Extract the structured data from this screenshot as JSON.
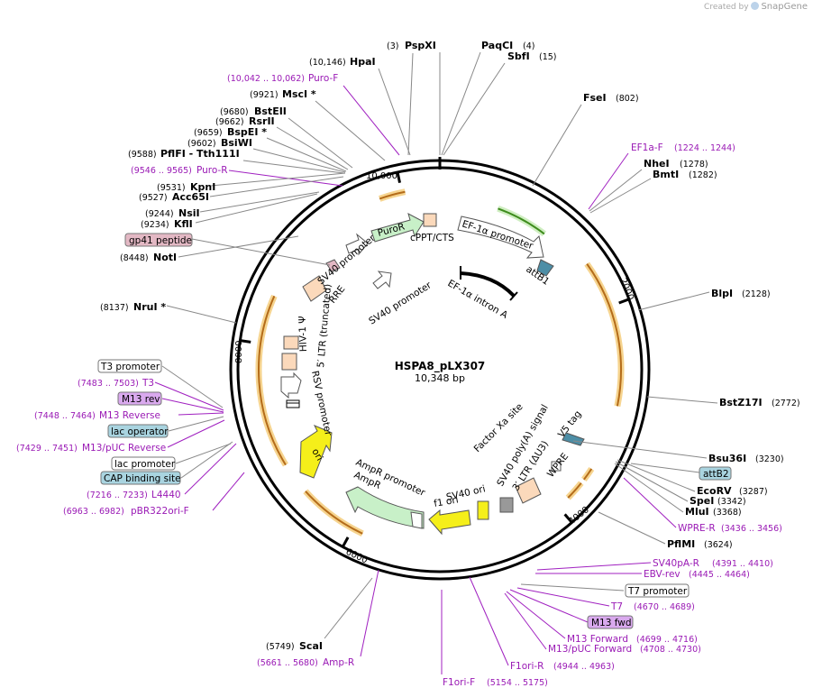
{
  "credit": {
    "prefix": "Created by",
    "brand": "SnapGene"
  },
  "plasmid": {
    "name": "HSPA8_pLX307",
    "length": "10,348 bp"
  },
  "ticks": [
    {
      "bp": 10000,
      "label": "10,000"
    },
    {
      "bp": 2000,
      "label": "2000"
    },
    {
      "bp": 4000,
      "label": "4000"
    },
    {
      "bp": 6000,
      "label": "6000"
    },
    {
      "bp": 8000,
      "label": "8000"
    }
  ],
  "enzymes": [
    {
      "name": "PspXI",
      "pos": "(3)"
    },
    {
      "name": "PaqCI",
      "pos": "(4)"
    },
    {
      "name": "SbfI",
      "pos": "(15)"
    },
    {
      "name": "FseI",
      "pos": "(802)"
    },
    {
      "name": "NheI",
      "pos": "(1278)"
    },
    {
      "name": "BmtI",
      "pos": "(1282)"
    },
    {
      "name": "BlpI",
      "pos": "(2128)"
    },
    {
      "name": "BstZ17I",
      "pos": "(2772)"
    },
    {
      "name": "Bsu36I",
      "pos": "(3230)"
    },
    {
      "name": "EcoRV",
      "pos": "(3287)"
    },
    {
      "name": "SpeI",
      "pos": "(3342)"
    },
    {
      "name": "MluI",
      "pos": "(3368)"
    },
    {
      "name": "PflMI",
      "pos": "(3624)"
    },
    {
      "name": "ScaI",
      "pos": "(5749)"
    },
    {
      "name": "NruI *",
      "pos": "(8137)"
    },
    {
      "name": "NotI",
      "pos": "(8448)"
    },
    {
      "name": "KflI",
      "pos": "(9234)"
    },
    {
      "name": "NsiI",
      "pos": "(9244)"
    },
    {
      "name": "Acc65I",
      "pos": "(9527)"
    },
    {
      "name": "KpnI",
      "pos": "(9531)"
    },
    {
      "name": "PflFI - Tth111I",
      "pos": "(9588)"
    },
    {
      "name": "BsiWI",
      "pos": "(9602)"
    },
    {
      "name": "BspEI *",
      "pos": "(9659)"
    },
    {
      "name": "RsrII",
      "pos": "(9662)"
    },
    {
      "name": "BstEII",
      "pos": "(9680)"
    },
    {
      "name": "MscI *",
      "pos": "(9921)"
    },
    {
      "name": "HpaI",
      "pos": "(10,146)"
    }
  ],
  "primers": [
    {
      "name": "Puro-F",
      "range": "(10,042 .. 10,062)"
    },
    {
      "name": "Puro-R",
      "range": "(9546 .. 9565)"
    },
    {
      "name": "EF1a-F",
      "range": "(1224 .. 1244)"
    },
    {
      "name": "WPRE-R",
      "range": "(3436 .. 3456)"
    },
    {
      "name": "SV40pA-R",
      "range": "(4391 .. 4410)"
    },
    {
      "name": "EBV-rev",
      "range": "(4445 .. 4464)"
    },
    {
      "name": "T7",
      "range": "(4670 .. 4689)"
    },
    {
      "name": "M13 Forward",
      "range": "(4699 .. 4716)"
    },
    {
      "name": "M13/pUC Forward",
      "range": "(4708 .. 4730)"
    },
    {
      "name": "F1ori-R",
      "range": "(4944 .. 4963)"
    },
    {
      "name": "F1ori-F",
      "range": "(5154 .. 5175)"
    },
    {
      "name": "Amp-R",
      "range": "(5661 .. 5680)"
    },
    {
      "name": "pBR322ori-F",
      "range": "(6963 .. 6982)"
    },
    {
      "name": "L4440",
      "range": "(7216 .. 7233)"
    },
    {
      "name": "M13/pUC Reverse",
      "range": "(7429 .. 7451)"
    },
    {
      "name": "M13 Reverse",
      "range": "(7448 .. 7464)"
    },
    {
      "name": "T3",
      "range": "(7483 .. 7503)"
    }
  ],
  "boxed": [
    {
      "name": "gp41 peptide",
      "fill": "#e3b8c4"
    },
    {
      "name": "attB2",
      "fill": "#a9d4e0"
    },
    {
      "name": "T7 promoter",
      "fill": "#ffffff"
    },
    {
      "name": "M13 fwd",
      "fill": "#d9a9ee"
    },
    {
      "name": "T3 promoter",
      "fill": "#ffffff"
    },
    {
      "name": "M13 rev",
      "fill": "#d9a9ee"
    },
    {
      "name": "lac operator",
      "fill": "#a9d4e0"
    },
    {
      "name": "lac promoter",
      "fill": "#ffffff"
    },
    {
      "name": "CAP binding site",
      "fill": "#a9d4e0"
    }
  ],
  "features": [
    "EF-1α promoter",
    "attB1",
    "EF-1α intron A",
    "cPPT/CTS",
    "PuroR",
    "SV40 promoter",
    "SV40 promoter",
    "RRE",
    "HIV-1 Ψ",
    "5′ LTR (truncated)",
    "RSV promoter",
    "ori",
    "AmpR promoter",
    "AmpR",
    "f1 ori",
    "SV40 ori",
    "SV40 poly(A) signal",
    "3′ LTR (ΔU3)",
    "WPRE",
    "V5 tag",
    "Factor Xa site"
  ]
}
